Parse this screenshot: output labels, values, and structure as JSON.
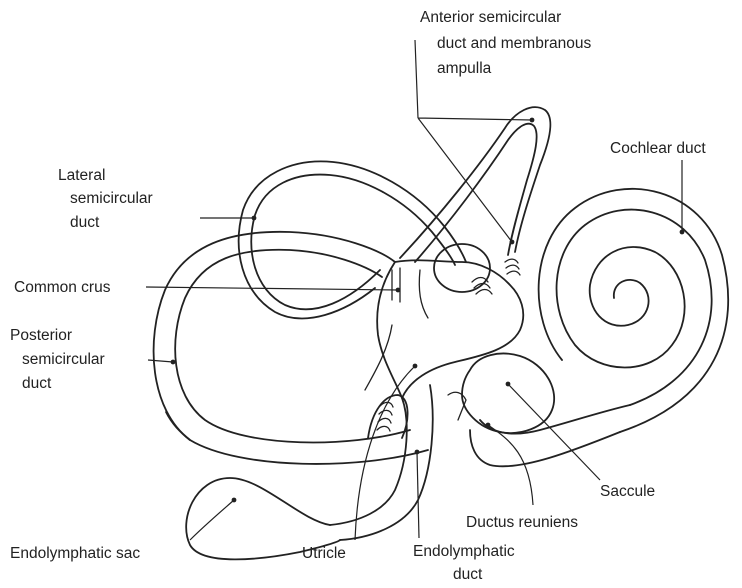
{
  "labels": {
    "anterior": [
      "Anterior semicircular",
      "duct and membranous",
      "ampulla"
    ],
    "cochlear": "Cochlear duct",
    "lateral": [
      "Lateral",
      "semicircular",
      "duct"
    ],
    "common_crus": "Common crus",
    "posterior": [
      "Posterior",
      "semicircular",
      "duct"
    ],
    "saccule": "Saccule",
    "ductus_reuniens": "Ductus reuniens",
    "endolymphatic_sac": "Endolymphatic sac",
    "utricle": "Utricle",
    "endolymphatic_duct": [
      "Endolymphatic",
      "duct"
    ]
  }
}
